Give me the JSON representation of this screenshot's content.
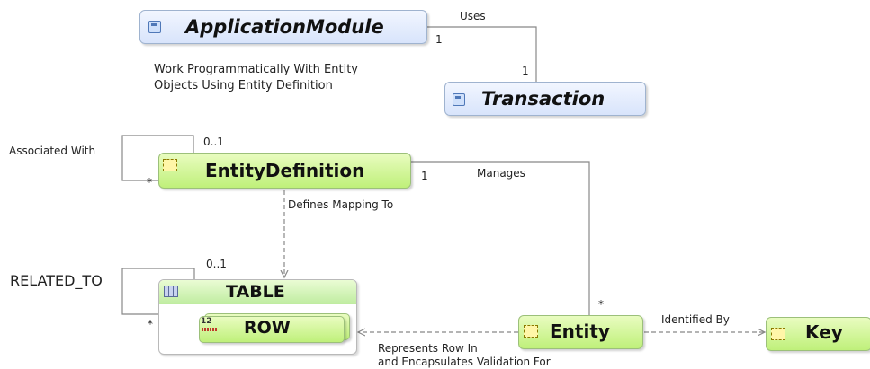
{
  "nodes": {
    "application_module": "ApplicationModule",
    "transaction": "Transaction",
    "entity_definition": "EntityDefinition",
    "table": "TABLE",
    "row": "ROW",
    "entity": "Entity",
    "key": "Key"
  },
  "edges": {
    "uses": {
      "label": "Uses",
      "source_mult": "1",
      "target_mult": "1"
    },
    "associated_with": {
      "label": "Associated With",
      "mult_top": "0..1",
      "mult_bottom": "*"
    },
    "manages": {
      "label": "Manages",
      "source_mult": "1",
      "target_mult": "*"
    },
    "defines_mapping_to": {
      "label": "Defines Mapping To"
    },
    "related_to": {
      "label": "RELATED_TO",
      "mult_top": "0..1",
      "mult_bottom": "*"
    },
    "represents_row_in": {
      "label_line1": "Represents Row In",
      "label_line2": "and Encapsulates Validation For"
    },
    "identified_by": {
      "label": "Identified By"
    }
  },
  "note": {
    "line1": "Work Programmatically With Entity",
    "line2": "Objects Using Entity Definition"
  },
  "row_icon_text": "12",
  "colors": {
    "blue_node": "#d8e4fb",
    "green_node": "#bff07a",
    "line": "#888888"
  }
}
